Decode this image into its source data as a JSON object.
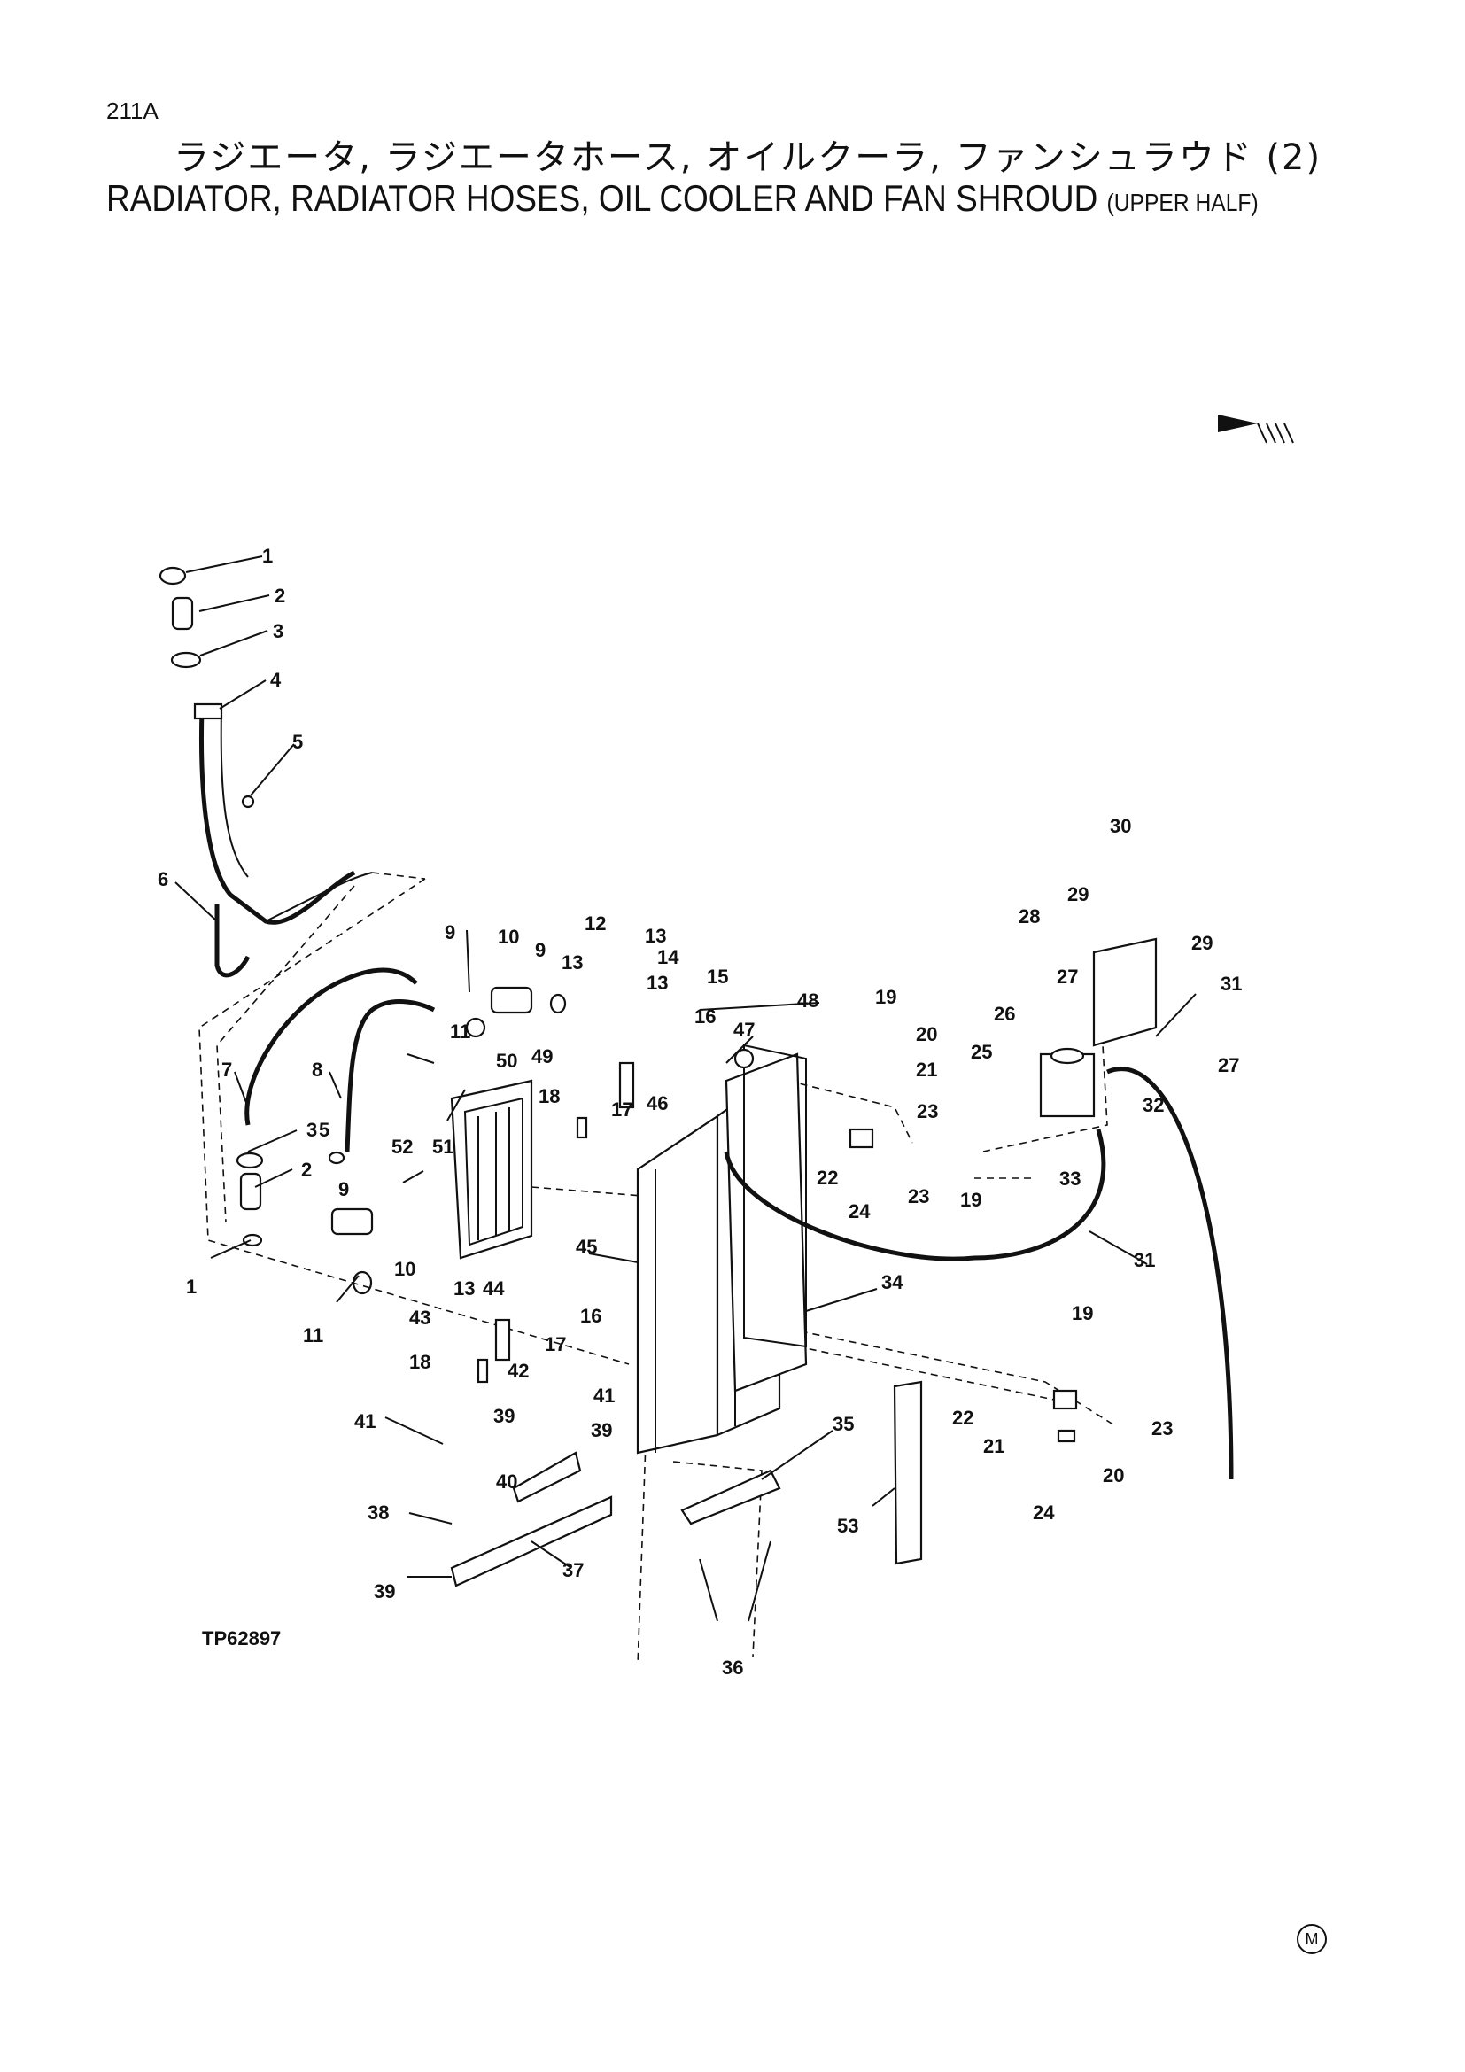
{
  "header": {
    "page_code": "211A",
    "title_jp": "ラジエータ, ラジエータホース, オイルクーラ, ファンシュラウド (2)",
    "title_en": "RADIATOR, RADIATOR HOSES, OIL COOLER AND FAN SHROUD",
    "title_sub": "(UPPER HALF)"
  },
  "footer": {
    "drawing_code": "TP62897",
    "mark": "M"
  },
  "callouts": [
    "1",
    "2",
    "3",
    "4",
    "5",
    "6",
    "7",
    "8",
    "9",
    "10",
    "11",
    "12",
    "13",
    "14",
    "15",
    "16",
    "17",
    "18",
    "19",
    "20",
    "21",
    "22",
    "23",
    "24",
    "25",
    "26",
    "27",
    "28",
    "29",
    "30",
    "31",
    "32",
    "33",
    "34",
    "35",
    "36",
    "37",
    "38",
    "39",
    "40",
    "41",
    "42",
    "43",
    "44",
    "45",
    "46",
    "47",
    "48",
    "49",
    "50",
    "51",
    "52",
    "53"
  ],
  "icons": {
    "direction": "front-direction-arrow-icon"
  }
}
